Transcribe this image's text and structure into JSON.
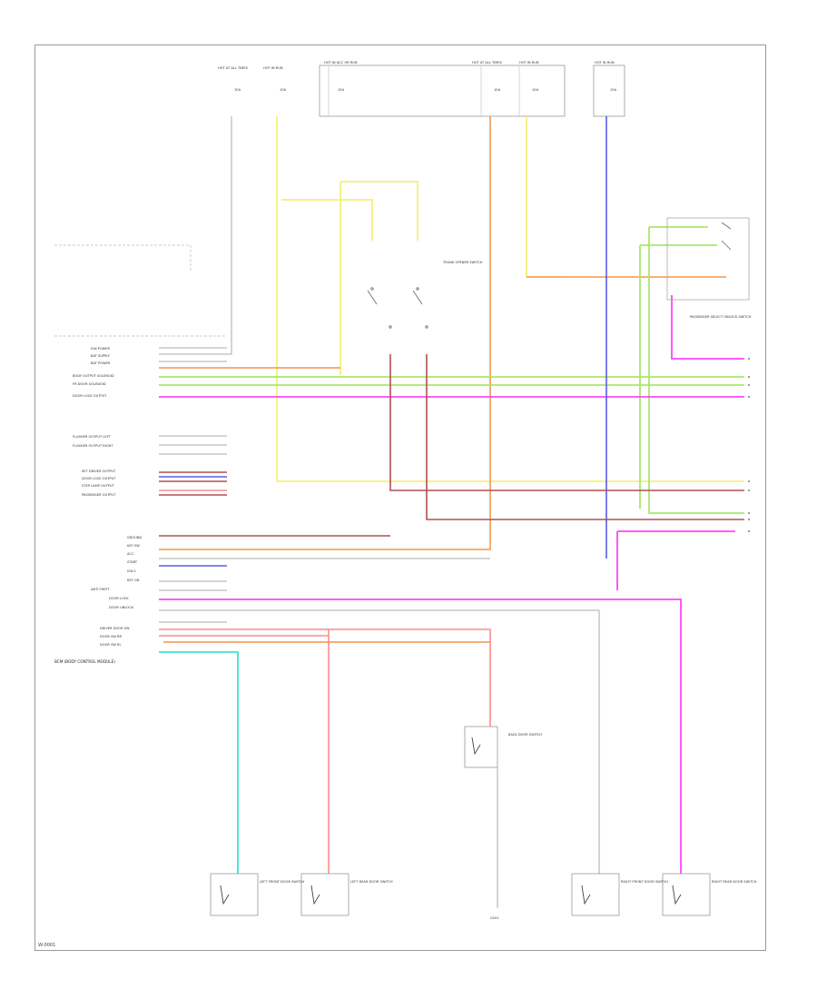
{
  "footer": {
    "code": "W-0001"
  },
  "colors": {
    "orange": "#f4a460",
    "yellow": "#f3f07a",
    "green": "#a8e86a",
    "lightgreen": "#c8f0a0",
    "magenta": "#ff44ff",
    "blue": "#5a5ae6",
    "red": "#ff8a8a",
    "darkred": "#b05050",
    "cyan": "#40e0d0",
    "gray": "#9a9a9a"
  },
  "diagram": {
    "top_connectors": [
      {
        "label": "HOT AT ALL TIMES"
      },
      {
        "label": "HOT IN RUN"
      },
      {
        "label": "HOT IN ACC OR RUN"
      },
      {
        "label": "HOT AT ALL TIMES"
      },
      {
        "label": "HOT IN RUN"
      },
      {
        "label": "HOT IN RUN"
      }
    ],
    "fuses": [
      "10A",
      "10A",
      "15A",
      "10A",
      "10A",
      "10A"
    ],
    "left_block_title": "BCM (BODY CONTROL MODULE)",
    "left_pins": [
      "IGN POWER",
      "BAT SUPPLY",
      "BAT POWER",
      "BODY OUTPUT SOLENOID",
      "FR DOOR SOLENOID",
      "DOOR LOCK OUTPUT",
      "FLASHER OUTPUT LEFT",
      "FLASHER OUTPUT RIGHT",
      "SET DRIVER OUTPUT",
      "DOOR LOCK OUTPUT",
      "STEP LAMP OUTPUT",
      "PASSENGER OUTPUT",
      "GROUND",
      "KEY SW",
      "ACC",
      "START",
      "IGN 1",
      "KEY ON",
      "ANTI-THEFT",
      "DOOR LOCK",
      "DOOR UNLOCK",
      "DRIVER DOOR SW",
      "DOOR SW RR",
      "DOOR SW RL"
    ],
    "bottom_switches": [
      {
        "label": "LEFT FRONT DOOR SWITCH"
      },
      {
        "label": "LEFT REAR DOOR SWITCH"
      },
      {
        "label": "RIGHT FRONT DOOR SWITCH"
      },
      {
        "label": "RIGHT REAR DOOR SWITCH"
      }
    ],
    "center_switch": "BACK DOOR SWITCH",
    "right_switch": "PASSENGER SELECT UNLOCK SWITCH",
    "mid_switch": "TRUNK OPENER SWITCH",
    "ground_label": "G201"
  }
}
